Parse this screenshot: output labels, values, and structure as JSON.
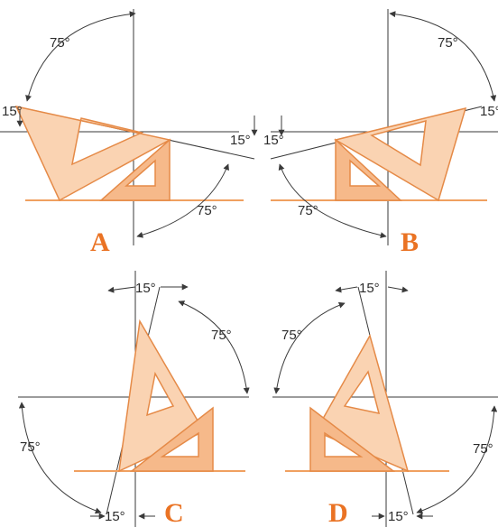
{
  "panels": {
    "a": {
      "letter": "A",
      "angles": [
        "75°",
        "15°",
        "15°",
        "75°"
      ]
    },
    "b": {
      "letter": "B",
      "angles": [
        "75°",
        "15°",
        "15°",
        "75°"
      ]
    },
    "c": {
      "letter": "C",
      "angles": [
        "15°",
        "75°",
        "75°",
        "15°"
      ]
    },
    "d": {
      "letter": "D",
      "angles": [
        "15°",
        "75°",
        "75°",
        "15°"
      ]
    }
  },
  "colors": {
    "triangle_fill_dark": "#f6b98a",
    "triangle_fill_light": "#fad3b2",
    "triangle_edge": "#e58a47",
    "letter": "#ea7324",
    "line": "#3a3a3a"
  }
}
